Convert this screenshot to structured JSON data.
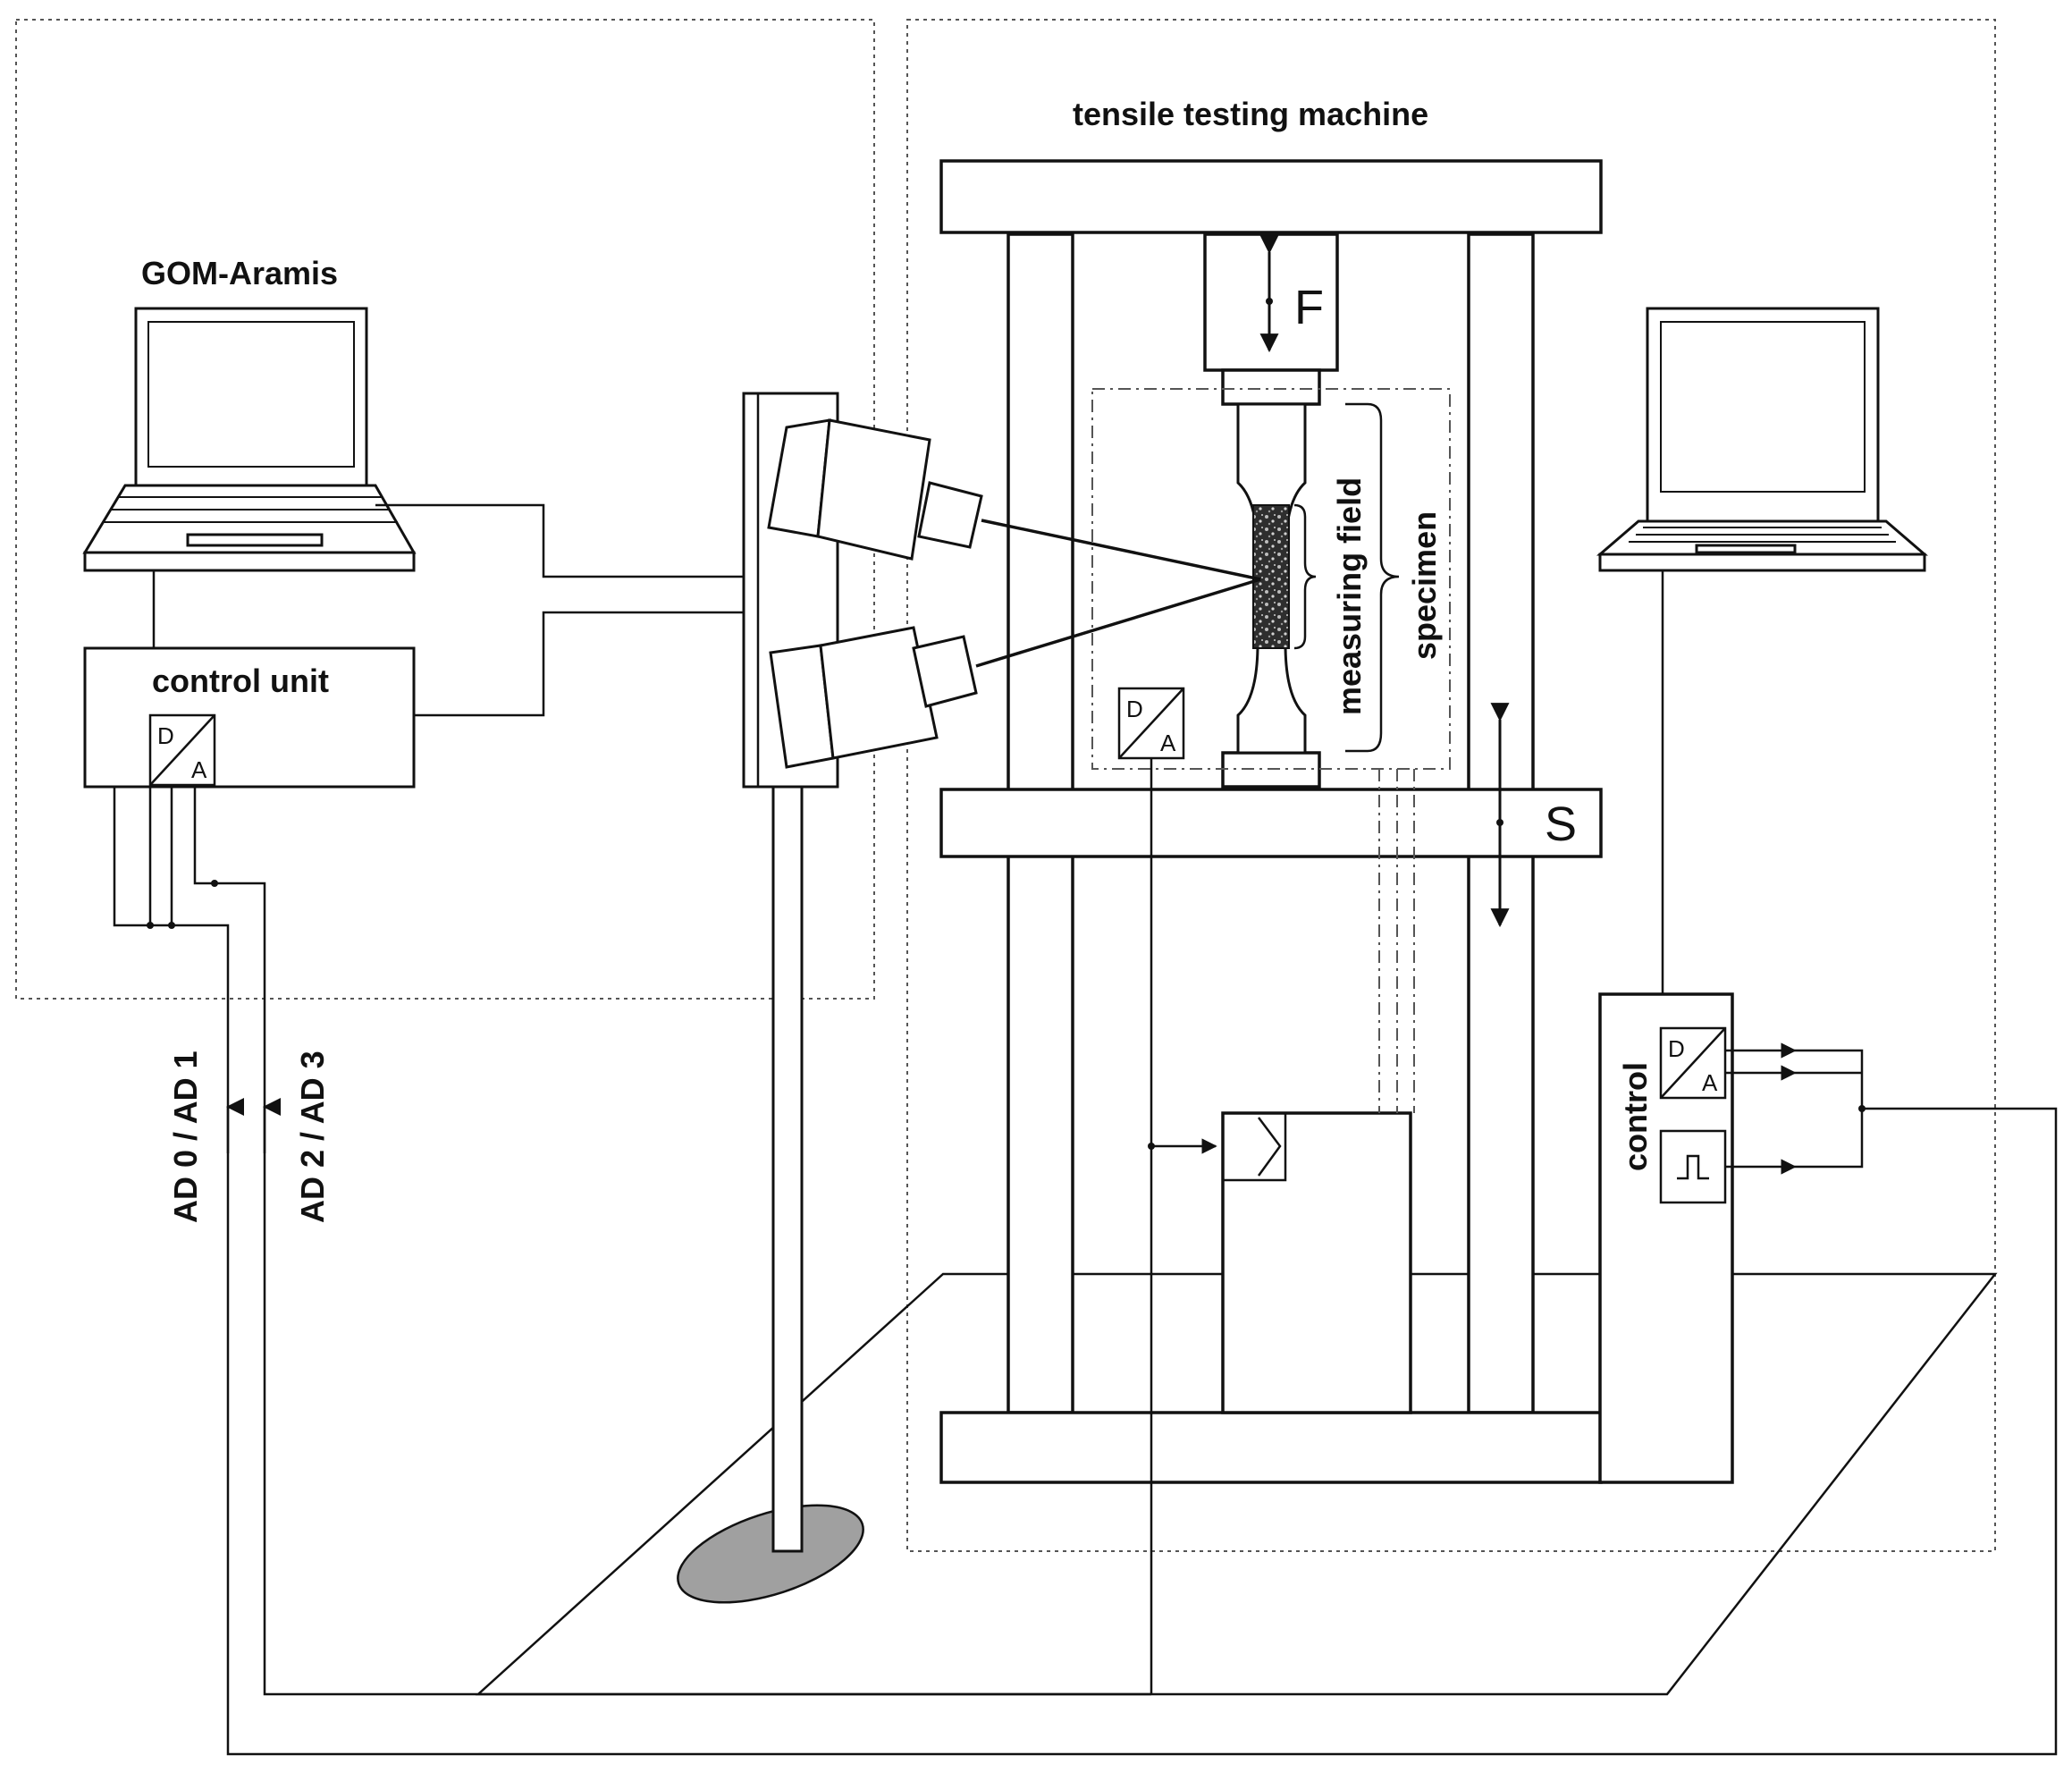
{
  "labels": {
    "tensile_machine": "tensile testing machine",
    "gom_aramis": "GOM-Aramis",
    "control_unit": "control unit",
    "measuring_field": "measuring field",
    "specimen": "specimen",
    "force_symbol": "F",
    "stroke_symbol": "S",
    "control": "control",
    "ad01": "AD 0 / AD 1",
    "ad23": "AD 2 / AD 3"
  },
  "converter": {
    "digital": "D",
    "analog": "A"
  },
  "colors": {
    "line": "#111111",
    "dotted_border": "#555555",
    "speckle": "#3a3a3a",
    "base_plate": "#a0a0a0"
  }
}
